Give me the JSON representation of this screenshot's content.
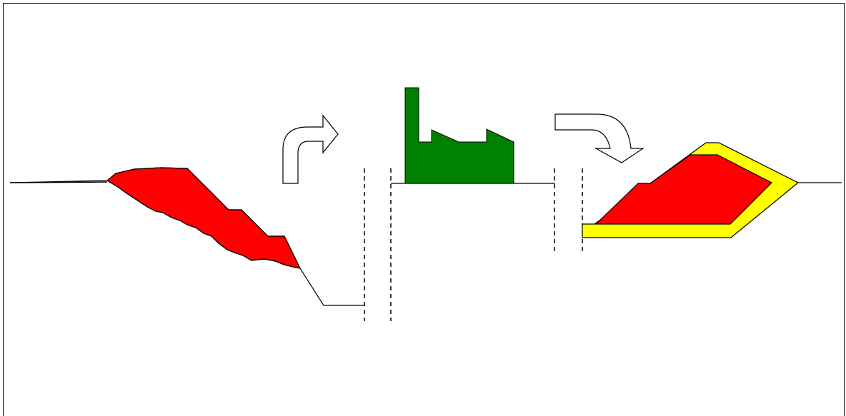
{
  "colors": {
    "waste": "#ff0000",
    "treatment_plant": "#008000",
    "capping_liner": "#ffff00",
    "ground_line": "#000000",
    "arrow_fill": "#ffffff",
    "arrow_stroke": "#000000"
  },
  "panels": [
    {
      "name": "original-slope-with-waste",
      "icon": "slope-waste-shape"
    },
    {
      "name": "treatment-facility",
      "icon": "factory-icon"
    },
    {
      "name": "engineered-landfill",
      "icon": "containment-cell-shape"
    }
  ],
  "arrows": [
    {
      "name": "curved-arrow-up-right",
      "icon": "curved-arrow-icon"
    },
    {
      "name": "curved-arrow-down-right",
      "icon": "curved-arrow-icon"
    }
  ]
}
